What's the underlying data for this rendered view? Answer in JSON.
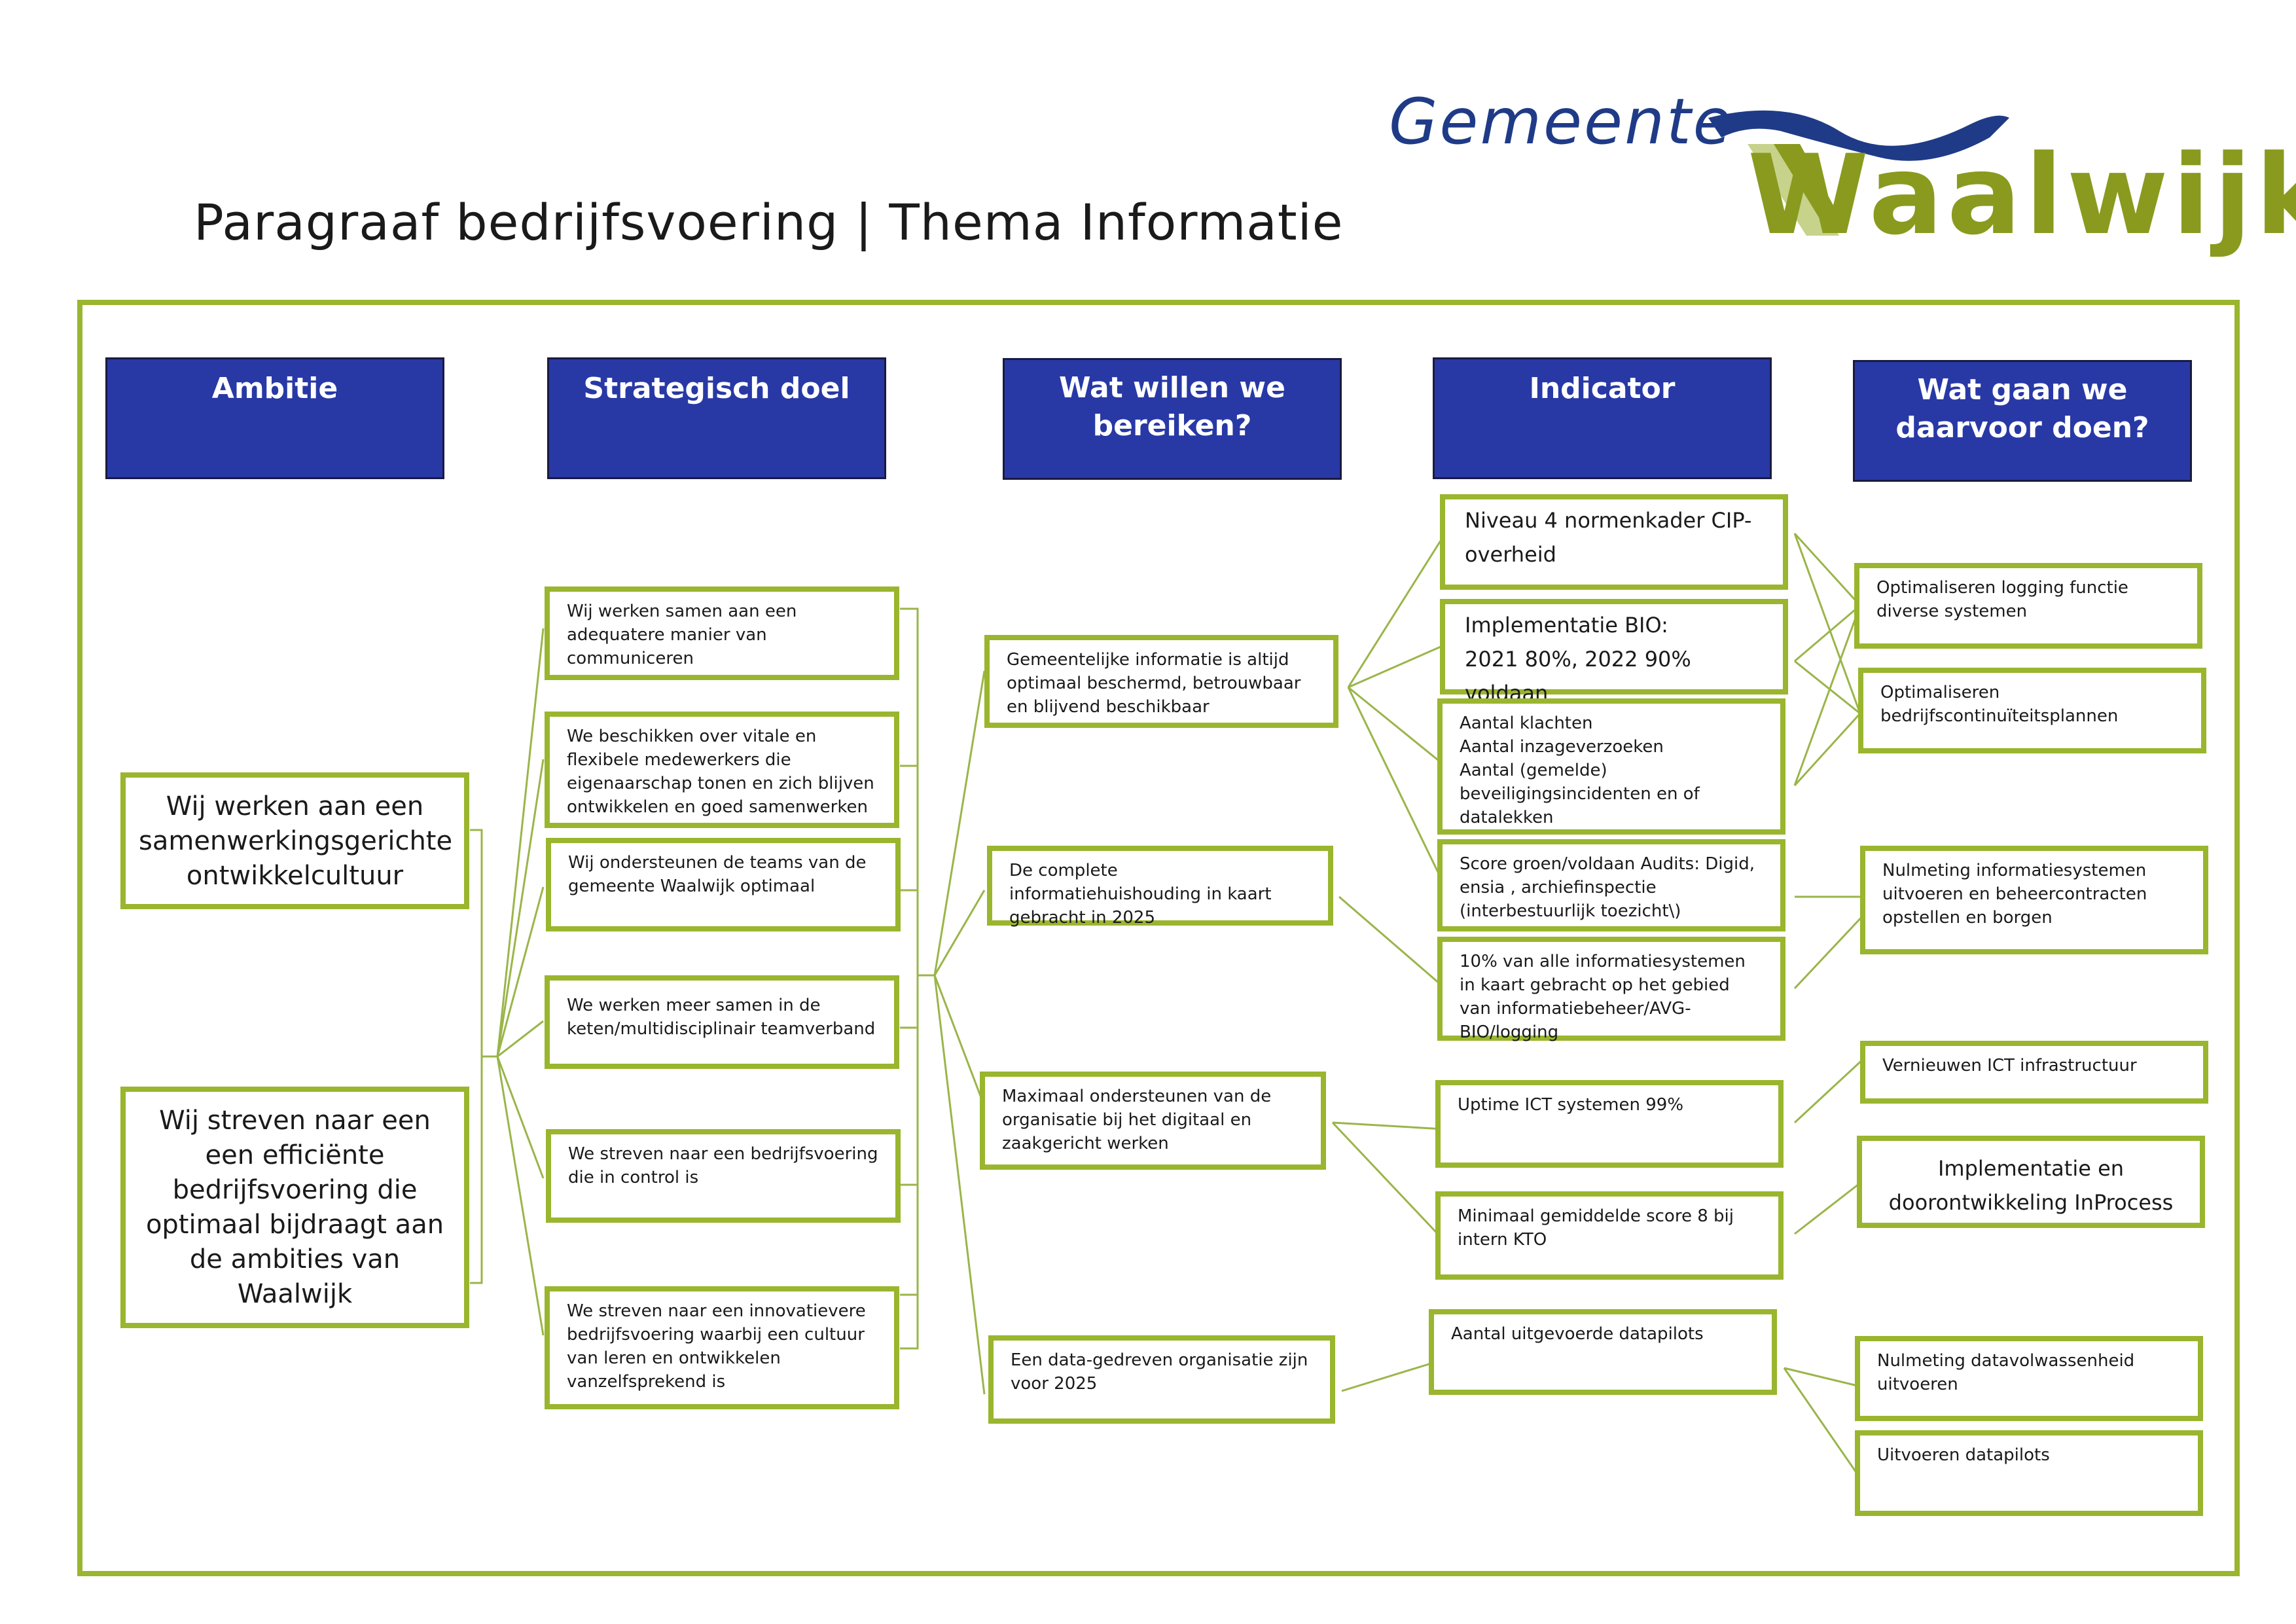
{
  "page": {
    "title": "Paragraaf bedrijfsvoering  | Thema Informatie"
  },
  "logo": {
    "top": "Gemeente",
    "main": "Waalwijk"
  },
  "colors": {
    "header_fill": "#2839a6",
    "box_border": "#9ab52e",
    "connector": "#9ab54a",
    "logo_blue": "#1f3b87",
    "logo_green": "#8a9a1e"
  },
  "headers": {
    "ambitie": "Ambitie",
    "strategisch": "Strategisch doel",
    "bereiken": "Wat willen we bereiken?",
    "indicator": "Indicator",
    "doen": "Wat gaan we daarvoor doen?"
  },
  "ambitie": [
    "Wij werken aan een samenwerkingsgerichte ontwikkelcultuur",
    "Wij streven naar een een efficiënte bedrijfsvoering die optimaal bijdraagt aan de ambities van Waalwijk"
  ],
  "strategisch": [
    "Wij werken samen aan een adequatere manier van communiceren",
    "We beschikken over vitale en flexibele medewerkers die eigenaarschap tonen en zich blijven ontwikkelen en goed samenwerken",
    "Wij ondersteunen de teams van de gemeente Waalwijk optimaal",
    "We werken meer samen in de keten/multidisciplinair teamverband",
    "We streven naar een bedrijfsvoering die in control is",
    "We streven naar een innovatievere bedrijfsvoering waarbij een cultuur van leren en ontwikkelen vanzelfsprekend is"
  ],
  "bereiken": [
    "Gemeentelijke informatie is altijd optimaal beschermd, betrouwbaar en blijvend beschikbaar",
    "De complete informatiehuishouding in kaart gebracht in 2025",
    "Maximaal ondersteunen van de organisatie bij het digitaal en zaakgericht werken",
    "Een data-gedreven organisatie zijn voor 2025"
  ],
  "indicator": [
    "Niveau 4 normenkader CIP-overheid",
    "Implementatie BIO:\n2021 80%, 2022 90% voldaan",
    "Aantal klachten\nAantal inzageverzoeken\nAantal (gemelde) beveiligingsincidenten en of datalekken",
    "Score groen/voldaan Audits: Digid, ensia , archiefinspectie (interbestuurlijk toezicht\\)",
    "10% van alle informatiesystemen in kaart gebracht op het gebied van informatiebeheer/AVG-BIO/logging",
    "Uptime ICT systemen 99%",
    "Minimaal gemiddelde score 8 bij intern KTO",
    "Aantal uitgevoerde datapilots"
  ],
  "doen": [
    "Optimaliseren logging functie diverse systemen",
    "Optimaliseren bedrijfscontinuïteitsplannen",
    "Nulmeting informatiesystemen uitvoeren en beheercontracten opstellen en borgen",
    "Vernieuwen ICT infrastructuur",
    "Implementatie en doorontwikkeling InProcess",
    "Nulmeting datavolwassenheid uitvoeren",
    "Uitvoeren datapilots"
  ]
}
